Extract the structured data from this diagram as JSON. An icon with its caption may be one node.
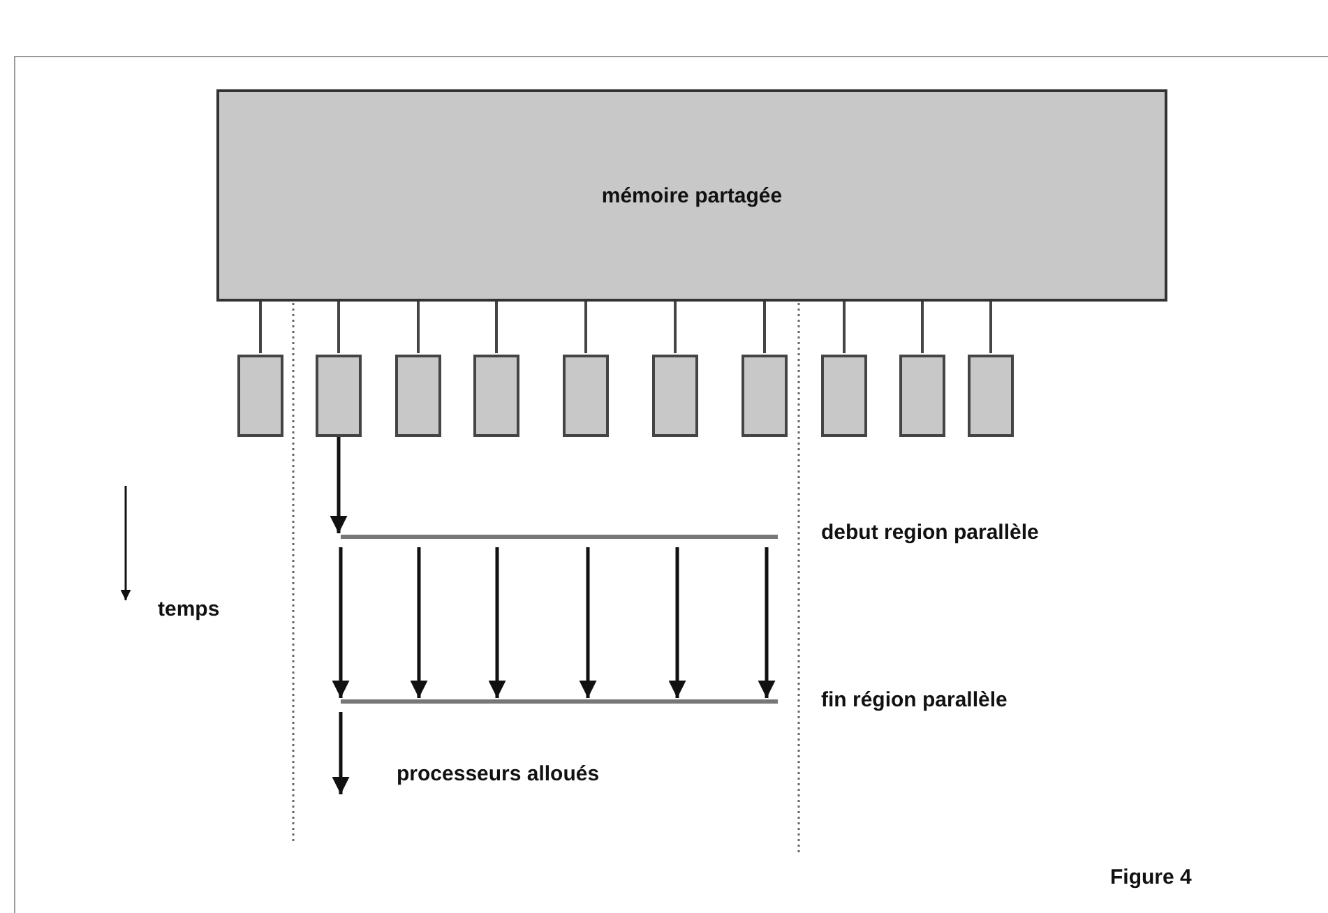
{
  "diagram": {
    "caption": "Figure 4",
    "nodes": [
      {
        "text": [
          "mémoire partagée"
        ]
      },
      {
        "text": [],
        "shape": "box"
      },
      {
        "text": [],
        "shape": "box"
      },
      {
        "text": [],
        "shape": "box"
      },
      {
        "text": [],
        "shape": "box"
      },
      {
        "text": [],
        "shape": "box"
      },
      {
        "text": [],
        "shape": "box"
      },
      {
        "text": [],
        "shape": "box"
      },
      {
        "text": [],
        "shape": "box"
      },
      {
        "text": [],
        "shape": "box"
      },
      {
        "text": [],
        "shape": "box"
      },
      {
        "text": [],
        "shape": "bar",
        "beside": [
          "debut region parallèle"
        ]
      },
      {
        "text": [],
        "shape": "bar",
        "beside": [
          "fin région parallèle"
        ]
      }
    ],
    "edges": [
      {
        "from": 0,
        "to": 1,
        "arrow": "none"
      },
      {
        "from": 0,
        "to": 2,
        "arrow": "none"
      },
      {
        "from": 0,
        "to": 3,
        "arrow": "none"
      },
      {
        "from": 0,
        "to": 4,
        "arrow": "none"
      },
      {
        "from": 0,
        "to": 5,
        "arrow": "none"
      },
      {
        "from": 0,
        "to": 6,
        "arrow": "none"
      },
      {
        "from": 0,
        "to": 7,
        "arrow": "none"
      },
      {
        "from": 0,
        "to": 8,
        "arrow": "none"
      },
      {
        "from": 0,
        "to": 9,
        "arrow": "none"
      },
      {
        "from": 0,
        "to": 10,
        "arrow": "none"
      },
      {
        "from": 2,
        "to": 11,
        "arrow": "to"
      },
      {
        "from": 11,
        "to": 12,
        "arrow": "to"
      },
      {
        "from": 11,
        "to": 12,
        "arrow": "to"
      },
      {
        "from": 11,
        "to": 12,
        "arrow": "to"
      },
      {
        "from": 11,
        "to": 12,
        "arrow": "to"
      },
      {
        "from": 11,
        "to": 12,
        "arrow": "to"
      },
      {
        "from": 11,
        "to": 12,
        "arrow": "to"
      },
      {
        "from": 12,
        "to": null,
        "arrow": "to"
      }
    ],
    "labels": [
      "temps",
      "processeurs alloués"
    ]
  }
}
